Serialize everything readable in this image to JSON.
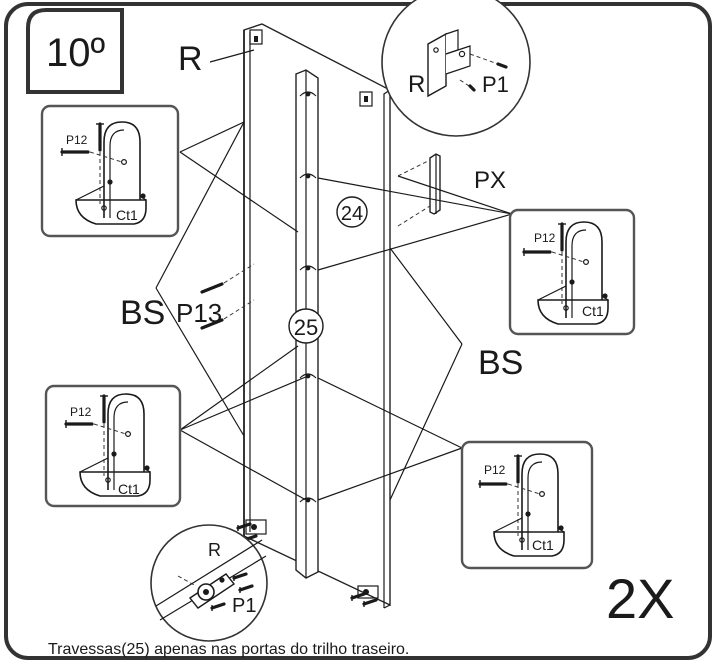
{
  "step_label": "10º",
  "multiplier": "2X",
  "note": "Travessas(25) apenas nas portas do trilho traseiro.",
  "part_labels": {
    "r_top": "R",
    "r_zoom_top": "R",
    "p1_zoom_top": "P1",
    "px": "PX",
    "part_24": "24",
    "part_25": "25",
    "bs_left": "BS",
    "bs_right": "BS",
    "p13": "P13",
    "r_zoom_bottom": "R",
    "p1_zoom_bottom": "P1"
  },
  "bracket_details": [
    {
      "screw_label": "P12",
      "bracket_label": "Ct1"
    },
    {
      "screw_label": "P12",
      "bracket_label": "Ct1"
    },
    {
      "screw_label": "P12",
      "bracket_label": "Ct1"
    },
    {
      "screw_label": "P12",
      "bracket_label": "Ct1"
    }
  ]
}
